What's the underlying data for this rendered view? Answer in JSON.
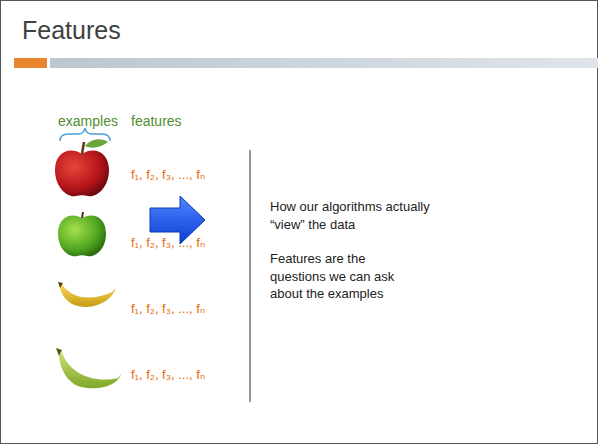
{
  "diagram": {
    "title": "Features",
    "labels": [
      "examples",
      "features",
      "f₁, f₂, f₃, ..., fₙ",
      "f₁, f₂, f₃, ..., fₙ",
      "f₁, f₂, f₃, ..., fₙ",
      "f₁, f₂, f₃, ..., fₙ",
      "How our algorithms actually “view” the data",
      "Features are the questions we can ask about the examples"
    ]
  }
}
